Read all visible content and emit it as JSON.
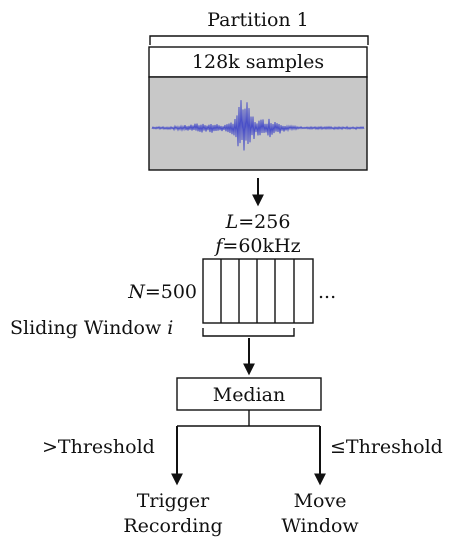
{
  "partition": {
    "title": "Partition 1",
    "samples_label": "128k samples",
    "waveform_bg": "#c8c8c8",
    "waveform_color": "#4a50c8"
  },
  "params": {
    "L_symbol": "L",
    "L_value": "=256",
    "f_symbol": "f",
    "f_value": "=60kHz"
  },
  "window": {
    "N_symbol": "N",
    "N_value": "=500",
    "ellipsis": "...",
    "sliding_text": "Sliding Window ",
    "sliding_symbol": "i"
  },
  "median": {
    "label": "Median"
  },
  "branches": {
    "left_condition": ">Threshold",
    "right_condition": "≤Threshold",
    "left_action_line1": "Trigger",
    "left_action_line2": "Recording",
    "right_action_line1": "Move",
    "right_action_line2": "Window"
  }
}
